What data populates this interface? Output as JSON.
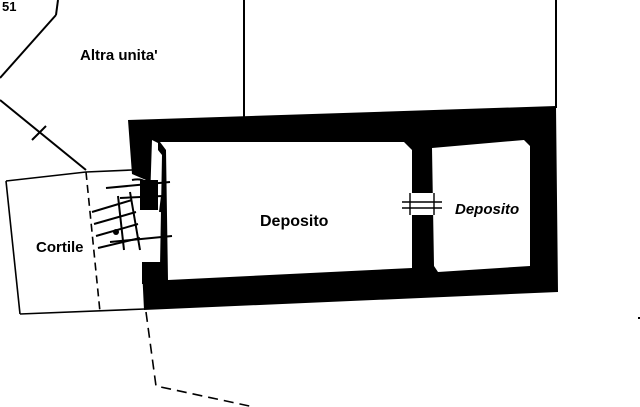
{
  "labels": {
    "other_unit": "Altra unita'",
    "courtyard": "Cortile",
    "storage_main": "Deposito",
    "storage_small": "Deposito",
    "corner_fragment": "51"
  },
  "colors": {
    "ink": "#000000",
    "paper": "#ffffff"
  }
}
